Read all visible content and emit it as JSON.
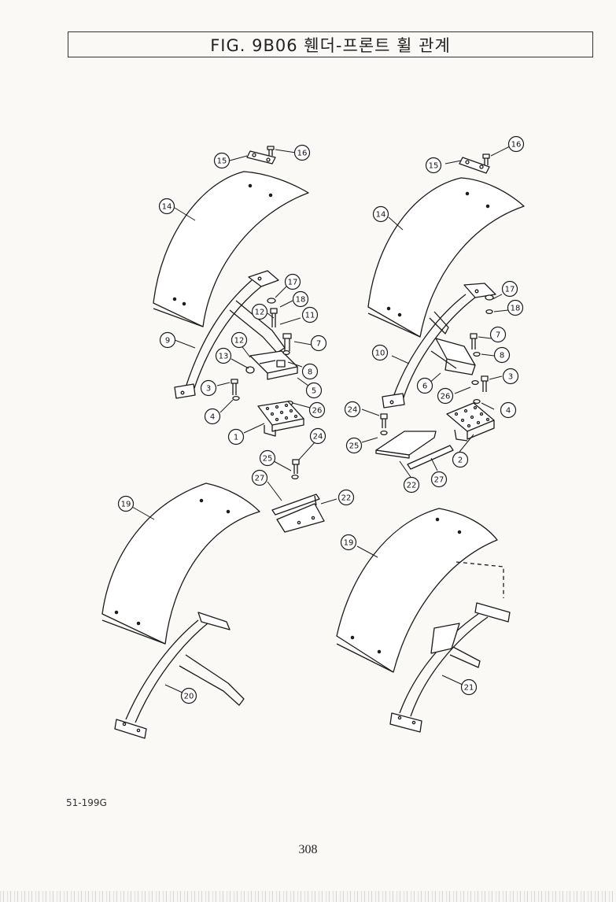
{
  "title": "FIG. 9B06 휀더-프론트 휠 관계",
  "drawing_code": "51-199G",
  "page_number": "308",
  "callouts": [
    "15",
    "16",
    "14",
    "17",
    "18",
    "12",
    "11",
    "9",
    "7",
    "12",
    "13",
    "8",
    "3",
    "5",
    "4",
    "26",
    "1",
    "24",
    "25",
    "27",
    "22",
    "19",
    "20",
    "15",
    "16",
    "14",
    "17",
    "18",
    "10",
    "7",
    "8",
    "3",
    "6",
    "26",
    "4",
    "24",
    "25",
    "2",
    "22",
    "27",
    "19",
    "21"
  ]
}
